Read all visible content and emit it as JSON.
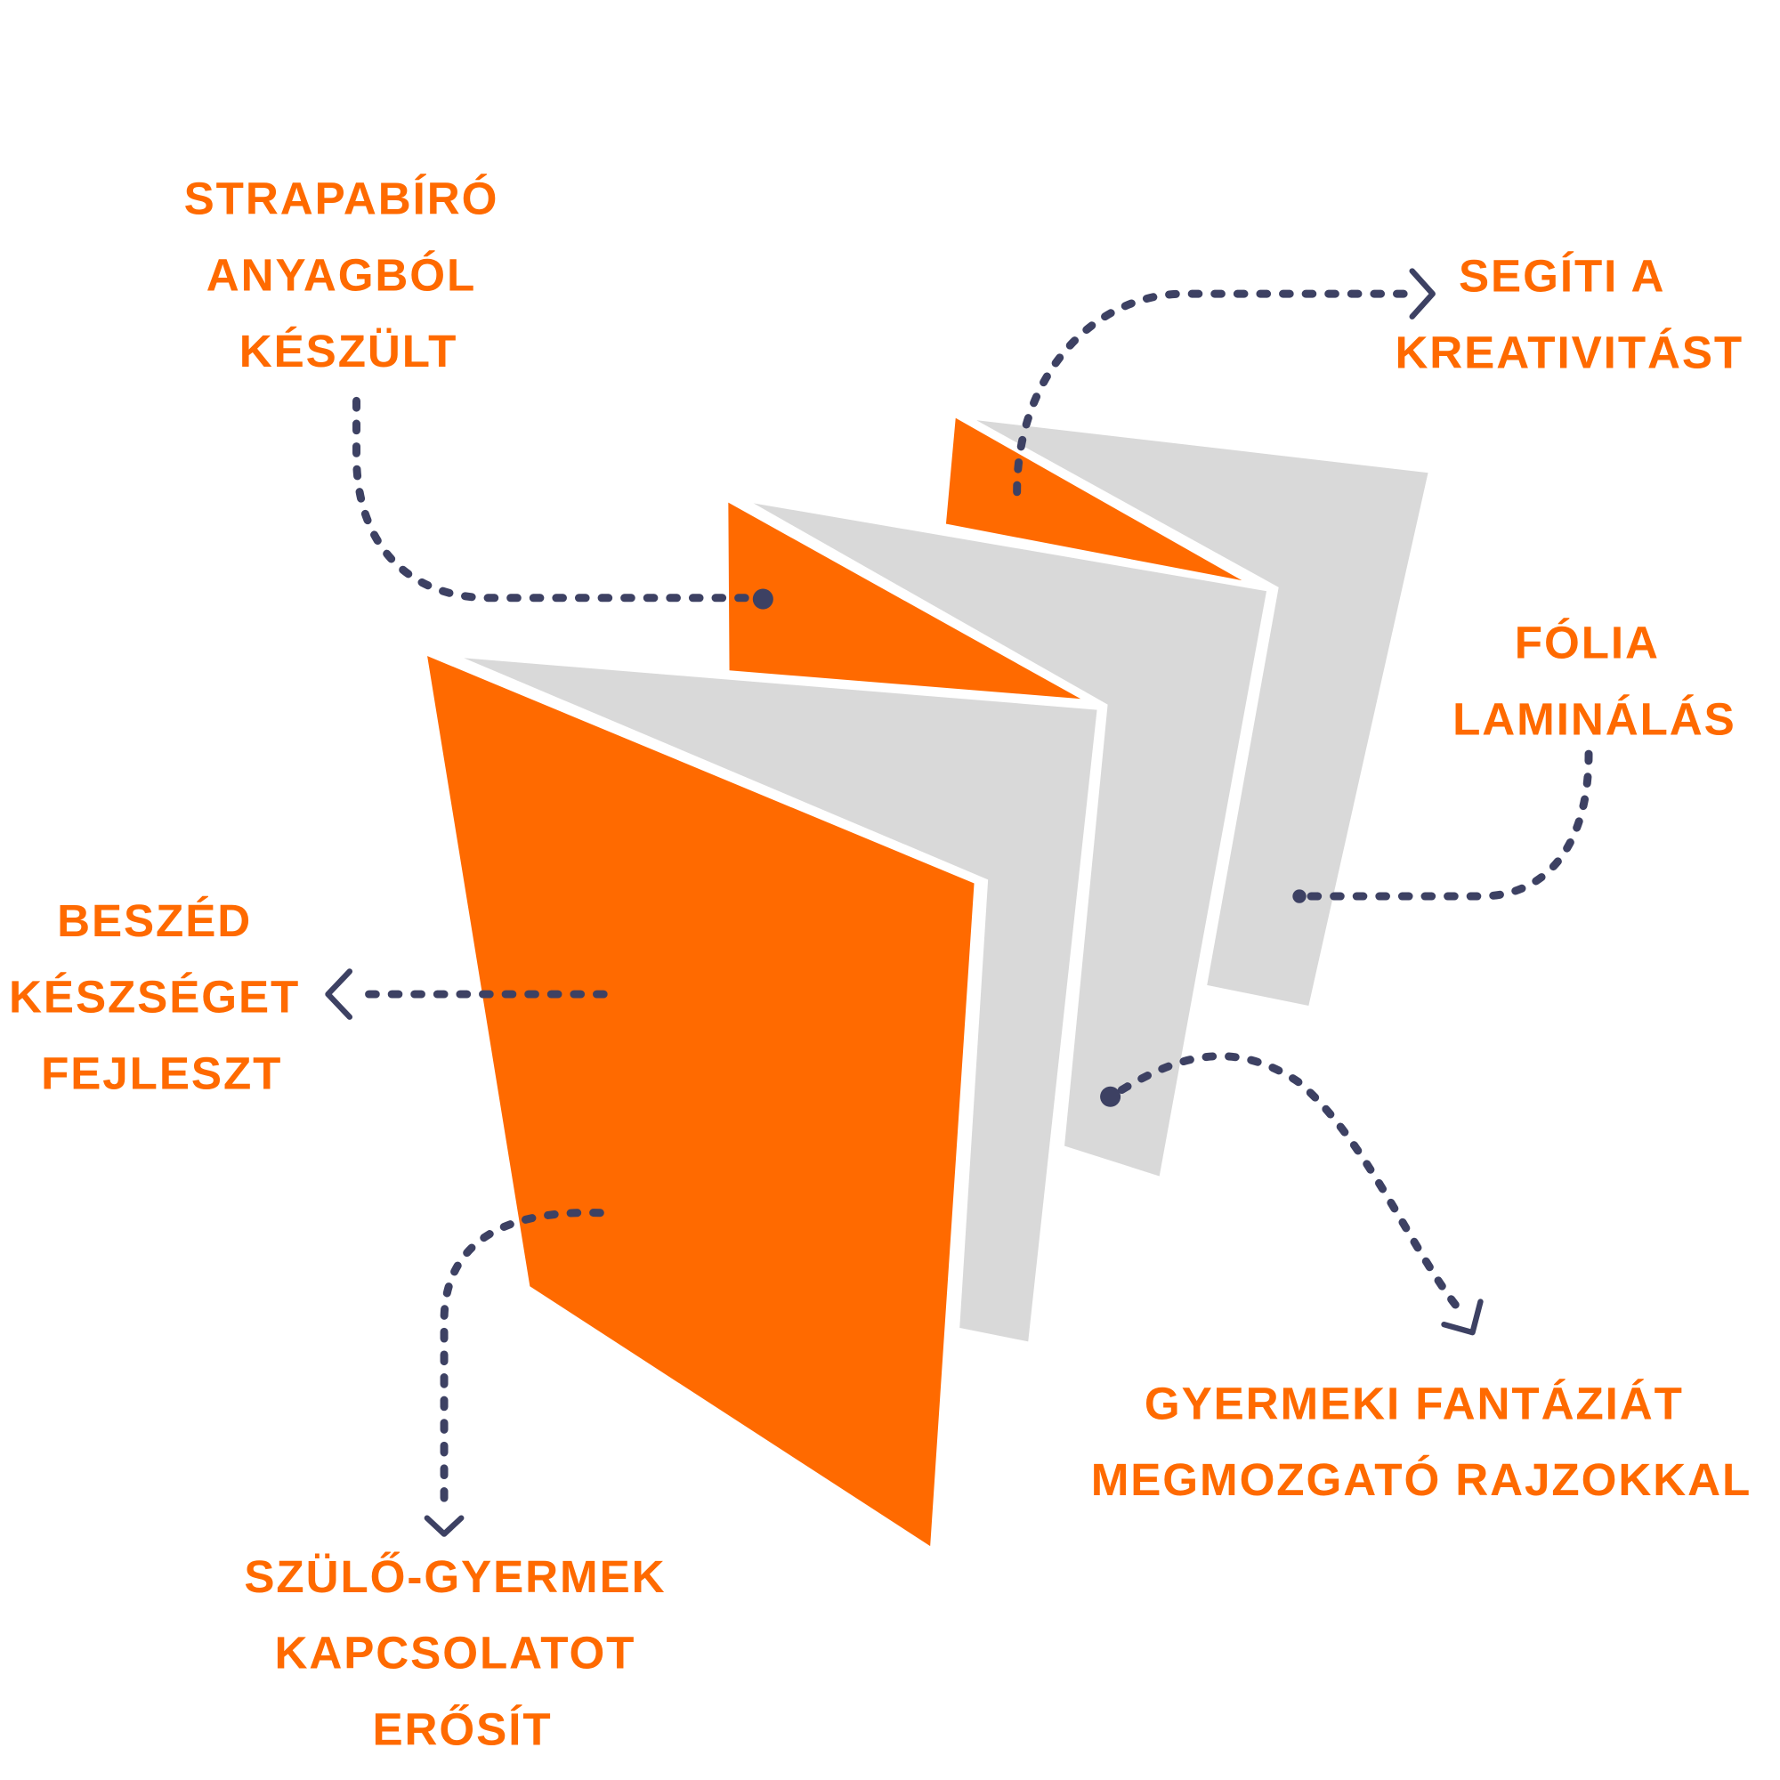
{
  "colors": {
    "accent": "#FF6A00",
    "panel_gray": "#D9D9D9",
    "connector": "#3D4163"
  },
  "labels": {
    "durable": [
      "STRAPABÍRÓ",
      "ANYAGBÓL",
      "KÉSZÜLT"
    ],
    "creativity": [
      "SEGÍTI A",
      "KREATIVITÁST"
    ],
    "lamination": [
      "FÓLIA",
      "LAMINÁLÁS"
    ],
    "speech": [
      "BESZÉD",
      "KÉSZSÉGET",
      "FEJLESZT"
    ],
    "imagination": [
      "GYERMEKI FANTÁZIÁT",
      "MEGMOZGATÓ RAJZOKKAL"
    ],
    "bond": [
      "SZÜLŐ-GYERMEK",
      "KAPCSOLATOT",
      "ERŐSÍT"
    ]
  }
}
